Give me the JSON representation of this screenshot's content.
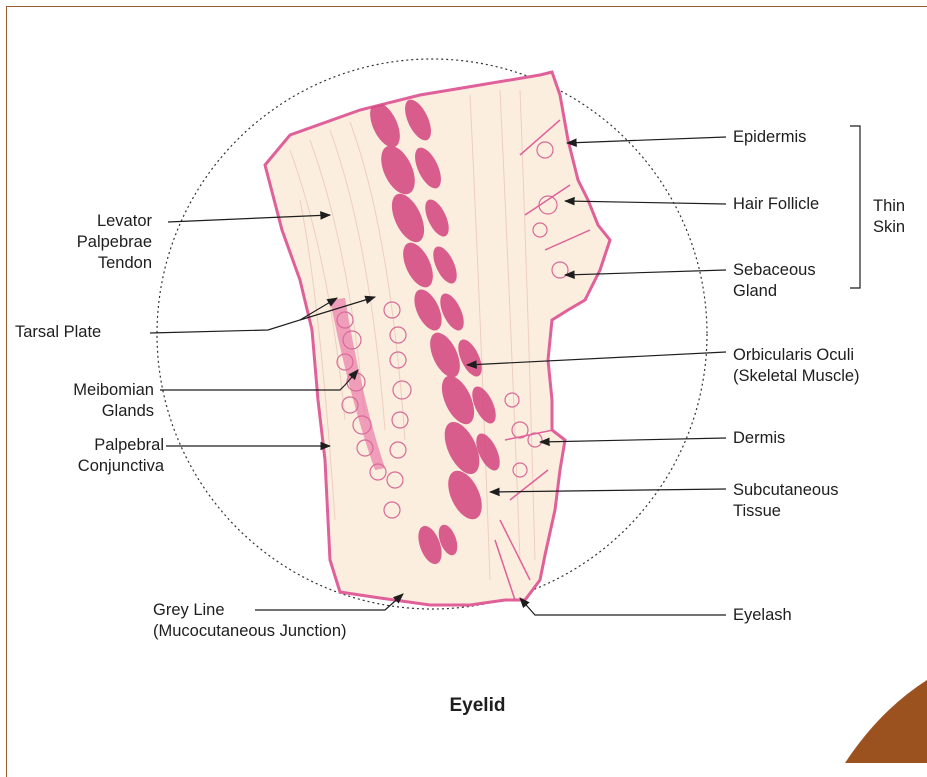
{
  "caption": "Eyelid",
  "labels": {
    "levator": [
      "Levator",
      "Palpebrae",
      "Tendon"
    ],
    "tarsal": "Tarsal Plate",
    "meibomian": [
      "Meibomian",
      "Glands"
    ],
    "palpebral": [
      "Palpebral",
      "Conjunctiva"
    ],
    "grey_line": [
      "Grey Line",
      "(Mucocutaneous Junction)"
    ],
    "epidermis": "Epidermis",
    "hair_follicle": "Hair Follicle",
    "sebaceous": [
      "Sebaceous",
      "Gland"
    ],
    "thin_skin": [
      "Thin",
      "Skin"
    ],
    "orbicularis": [
      "Orbicularis Oculi",
      "(Skeletal Muscle)"
    ],
    "dermis": "Dermis",
    "subcutaneous": [
      "Subcutaneous",
      "Tissue"
    ],
    "eyelash": "Eyelash"
  },
  "colors": {
    "frame_border": "#9a5a2e",
    "corner_accent": "#9b521f",
    "tissue_fill": "#fbeede",
    "tissue_edge": "#e0609a",
    "muscle": "#d2447f"
  }
}
